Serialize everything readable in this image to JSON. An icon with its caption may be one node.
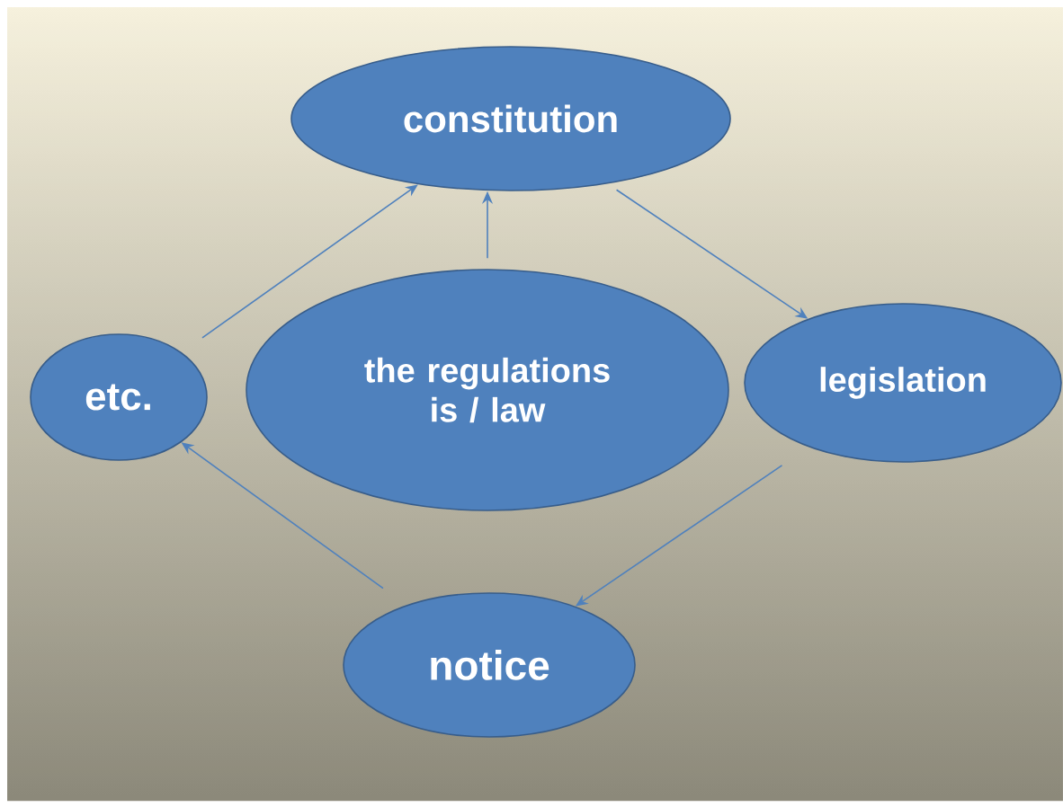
{
  "diagram": {
    "nodes": [
      {
        "text": [
          "constitution"
        ]
      },
      {
        "text": [
          "etc."
        ]
      },
      {
        "text": [
          "the regulations is / law"
        ]
      },
      {
        "text": [
          "legislation"
        ]
      },
      {
        "text": [
          "notice"
        ]
      }
    ],
    "edges": [
      {
        "from": 2,
        "to": 0,
        "arrow": "to"
      },
      {
        "from": 0,
        "to": 3,
        "arrow": "to"
      },
      {
        "from": 3,
        "to": 4,
        "arrow": "to"
      },
      {
        "from": 4,
        "to": 1,
        "arrow": "to"
      },
      {
        "from": 1,
        "to": 0,
        "arrow": "to"
      }
    ]
  }
}
